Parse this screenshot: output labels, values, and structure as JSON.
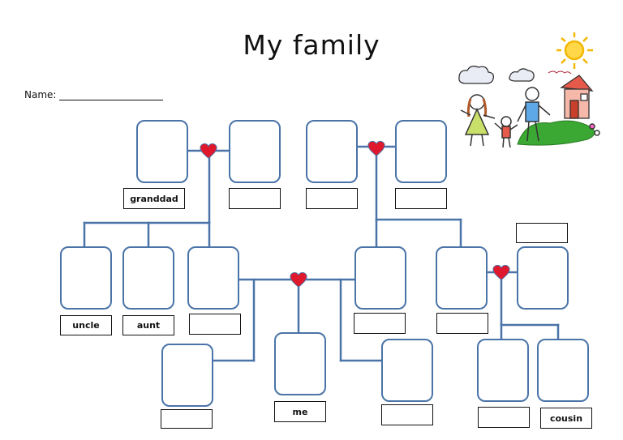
{
  "title": "My family",
  "name_label": "Name:",
  "labels": {
    "granddad": "granddad",
    "uncle": "uncle",
    "aunt": "aunt",
    "me": "me",
    "cousin": "cousin"
  },
  "icons": [
    "heart-icon",
    "sun-icon",
    "cloud-icon",
    "house-icon",
    "stick-family-icon"
  ],
  "colors": {
    "connector": "#4a74a8",
    "heart": "#e0182d",
    "grass": "#3aa832"
  }
}
